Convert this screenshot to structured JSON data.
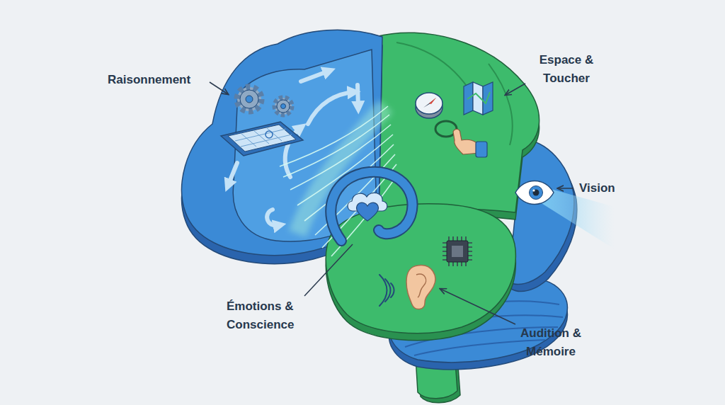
{
  "diagram": {
    "labels": [
      "Raisonnement",
      "Espace & Toucher",
      "Vision",
      "Émotions & Conscience",
      "Audition & Mémoire"
    ]
  }
}
